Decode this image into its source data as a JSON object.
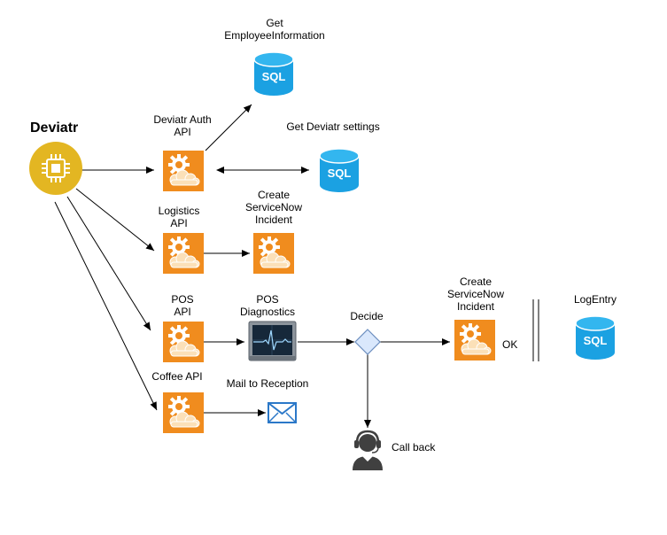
{
  "nodes": {
    "deviatr": {
      "label": "Deviatr"
    },
    "auth_api": {
      "label_line1": "Deviatr Auth",
      "label_line2": "API"
    },
    "logistics_api": {
      "label_line1": "Logistics",
      "label_line2": "API"
    },
    "pos_api": {
      "label_line1": "POS",
      "label_line2": "API"
    },
    "coffee_api": {
      "label": "Coffee API"
    },
    "sql_employee": {
      "label_line1": "Get",
      "label_line2": "EmployeeInformation",
      "badge": "SQL"
    },
    "sql_settings": {
      "label": "Get Deviatr settings",
      "badge": "SQL"
    },
    "sql_logentry": {
      "label": "LogEntry",
      "badge": "SQL"
    },
    "servicenow_1": {
      "label_line1": "Create",
      "label_line2": "ServiceNow",
      "label_line3": "Incident"
    },
    "pos_diagnostics": {
      "label_line1": "POS",
      "label_line2": "Diagnostics"
    },
    "decide": {
      "label": "Decide"
    },
    "servicenow_2": {
      "label_line1": "Create",
      "label_line2": "ServiceNow",
      "label_line3": "Incident",
      "status": "OK"
    },
    "mail": {
      "label": "Mail to Reception"
    },
    "callback": {
      "label": "Call back"
    }
  },
  "colors": {
    "api_orange": "#f08c1e",
    "sql_blue": "#1ba1e2",
    "chip_gold": "#e3b622",
    "mail_blue": "#2b78c8",
    "person_gray": "#404040",
    "decide_fill": "#dae8fc",
    "decide_stroke": "#6c8ebf"
  }
}
